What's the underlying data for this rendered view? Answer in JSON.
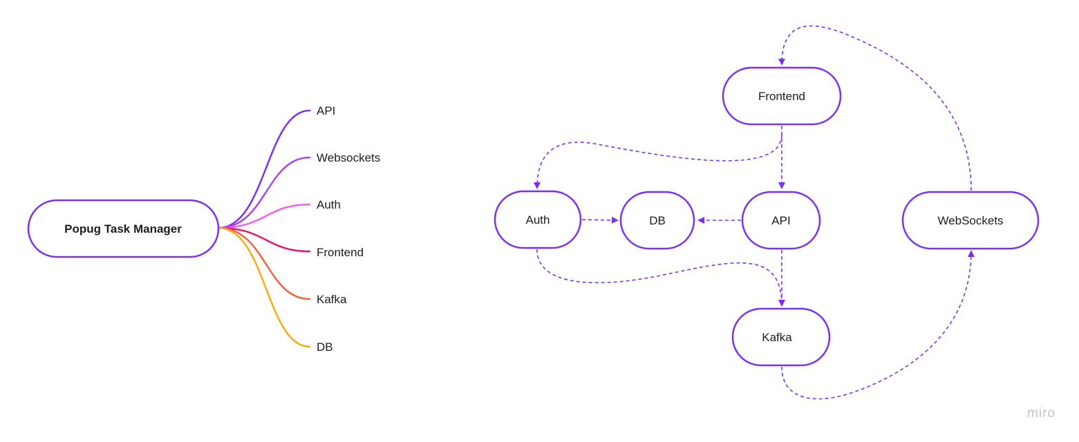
{
  "mindmap": {
    "root_label": "Popug Task Manager",
    "stroke_color": "#7b2ff7",
    "branches": [
      {
        "label": "API",
        "color": "#7b2ff7"
      },
      {
        "label": "Websockets",
        "color": "#b13ff5"
      },
      {
        "label": "Auth",
        "color": "#f35ef2"
      },
      {
        "label": "Frontend",
        "color": "#e8146d"
      },
      {
        "label": "Kafka",
        "color": "#f5603a"
      },
      {
        "label": "DB",
        "color": "#fba90f"
      }
    ]
  },
  "architecture": {
    "node_stroke": "#7b2ff7",
    "edge_color": "#7b2ff7",
    "nodes": {
      "frontend": "Frontend",
      "auth": "Auth",
      "db": "DB",
      "api": "API",
      "websockets": "WebSockets",
      "kafka": "Kafka"
    },
    "edges": [
      {
        "from": "frontend",
        "to": "auth"
      },
      {
        "from": "frontend",
        "to": "api"
      },
      {
        "from": "auth",
        "to": "db"
      },
      {
        "from": "api",
        "to": "db"
      },
      {
        "from": "auth",
        "to": "kafka"
      },
      {
        "from": "api",
        "to": "kafka"
      },
      {
        "from": "kafka",
        "to": "websockets"
      },
      {
        "from": "websockets",
        "to": "frontend"
      }
    ]
  },
  "watermark": "miro"
}
